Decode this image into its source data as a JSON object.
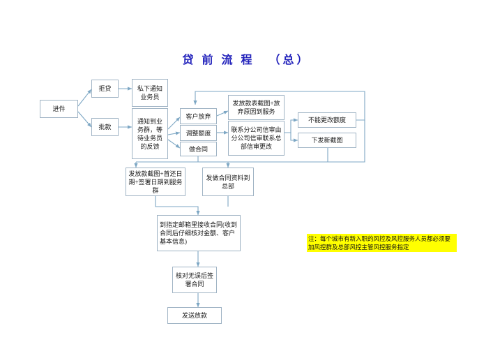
{
  "title": "贷 前 流 程 　（总）",
  "colors": {
    "title": "#2222bb",
    "box_border": "#9fb3c4",
    "connector": "#7da7c4",
    "note_background": "#ffff00"
  },
  "nodes": {
    "intake": "进件",
    "reject": "拒贷",
    "approve": "批款",
    "notify_agent_privately": "私下通知业务员",
    "notify_group_wait_feedback": "通知到业务群，等待业务员的反馈",
    "customer_abandon": "客户放弃",
    "adjust_quota": "调整额度",
    "make_contract": "做合同",
    "send_screenshot_reason": "发放款表截图+放弃原因到服务",
    "contact_branch_credit": "联系分公司信审由分公司信审联系总部信审更改",
    "cannot_change_quota": "不能更改额度",
    "issue_new_screenshot": "下发新截图",
    "send_payout_dates": "发放款截图+首还日期+签署日期到服务群",
    "send_contract_materials": "发做合同资料到总部",
    "receive_contract_mailbox": "到指定邮箱里接收合同(收到合同后仔细核对金额、客户基本信息)",
    "sign_after_check": "核对无误后签署合同",
    "send_payout": "发送放款"
  },
  "note": {
    "text": "注：每个城市有新入职的风控及风控服务人员都必须要加风控群及总部风控主管风控服务指定"
  }
}
